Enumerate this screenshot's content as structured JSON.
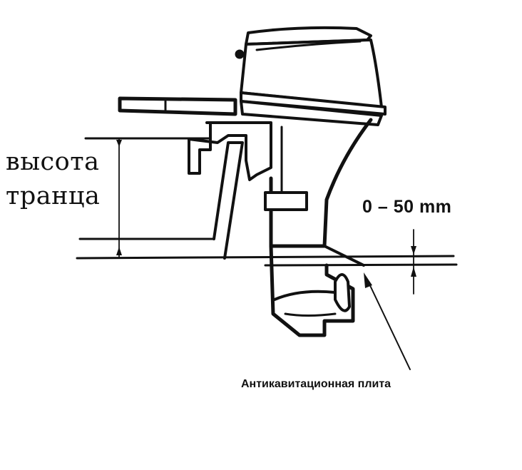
{
  "diagram": {
    "subject": "outboard-motor-transom-height",
    "labels": {
      "transom_height_line1": "высота",
      "transom_height_line2": "транца",
      "clearance_range": "0 – 50 mm",
      "anti_cavitation_plate": "Антикавитационная плита"
    },
    "colors": {
      "line": "#111111",
      "background": "#ffffff",
      "shadow": "#b5b5b5"
    }
  }
}
